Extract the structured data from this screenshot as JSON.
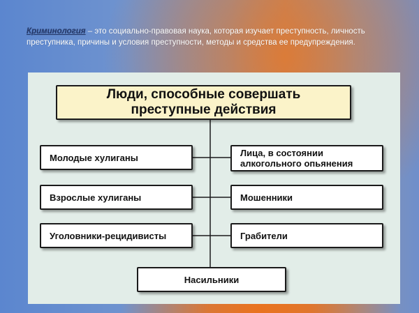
{
  "intro": {
    "term": "Криминология",
    "text": " – это социально-правовая наука, которая изучает преступность, личность преступника, причины и условия преступности, методы и средства ее предупреждения."
  },
  "diagram": {
    "title_line1": "Люди, способные совершать",
    "title_line2": "преступные действия",
    "left": [
      "Молодые хулиганы",
      "Взрослые хулиганы",
      "Уголовники-рецидивисты"
    ],
    "right_line1": [
      "Лица, в состоянии",
      "Мошенники",
      "Грабители"
    ],
    "right_line2": [
      "алкогольного опьянения",
      "",
      ""
    ],
    "bottom": "Насильники"
  }
}
